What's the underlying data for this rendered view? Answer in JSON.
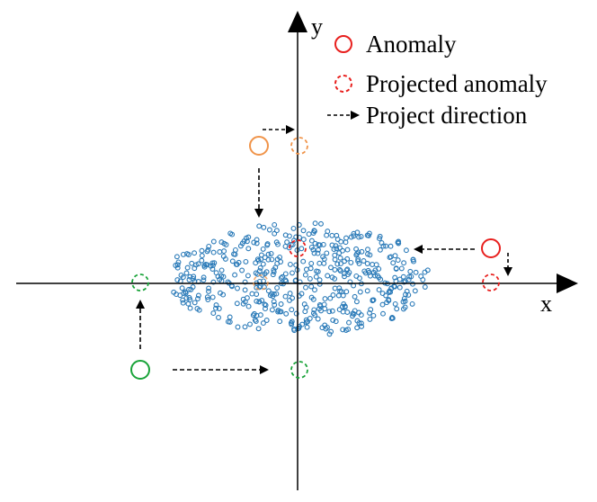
{
  "axes": {
    "x_label": "x",
    "y_label": "y"
  },
  "legend": {
    "items": [
      {
        "label": "Anomaly",
        "symbol": "solid-circle",
        "color": "#e8201e"
      },
      {
        "label": "Projected anomaly",
        "symbol": "dashed-circle",
        "color": "#e8201e"
      },
      {
        "label": "Project direction",
        "symbol": "dashed-arrow",
        "color": "#000000"
      }
    ]
  },
  "colors": {
    "points": "#2a7ab8",
    "anomaly_red": "#e8201e",
    "anomaly_orange": "#f0944a",
    "anomaly_green": "#19a339",
    "axis": "#000000",
    "arrow": "#000000"
  },
  "scatter": {
    "point_count": 520,
    "shape": "ellipse centered at origin, wider along x"
  },
  "anomalies": [
    {
      "id": "red",
      "color_key": "anomaly_red",
      "projected_to": "x-axis",
      "arrow_direction": "down"
    },
    {
      "id": "orange",
      "color_key": "anomaly_orange",
      "projected_to": "y-axis",
      "arrow_direction": "right"
    },
    {
      "id": "green",
      "color_key": "anomaly_green",
      "projected_to": "both axes",
      "arrow_direction": "up and right"
    }
  ]
}
